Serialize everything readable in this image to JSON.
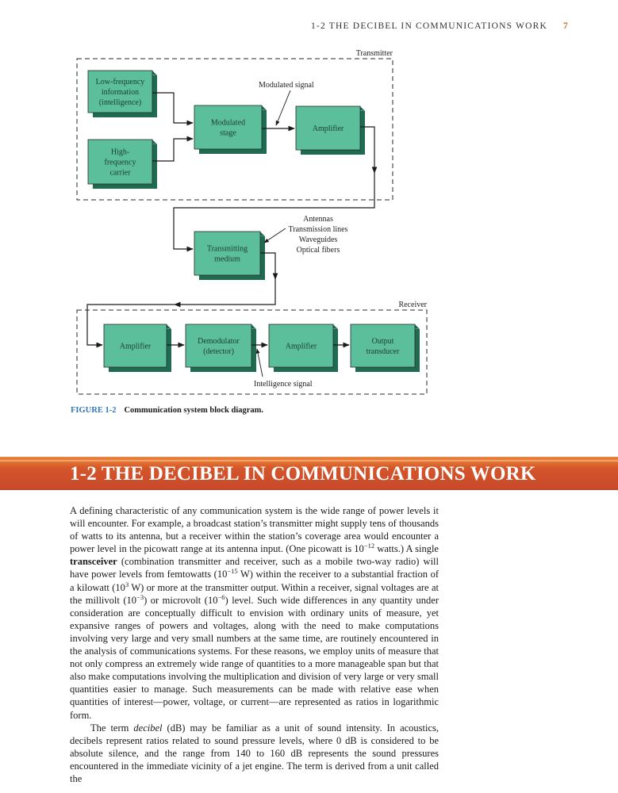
{
  "header": {
    "running_head": "1-2  THE DECIBEL IN COMMUNICATIONS WORK",
    "page_number": "7"
  },
  "figure": {
    "labels": {
      "transmitter": "Transmitter",
      "receiver": "Receiver",
      "modulated_signal": "Modulated signal",
      "intelligence_signal": "Intelligence signal",
      "medium_examples": [
        "Antennas",
        "Transmission lines",
        "Waveguides",
        "Optical fibers"
      ]
    },
    "blocks": {
      "low_frequency": [
        "Low-frequency",
        "information",
        "(intelligence)"
      ],
      "carrier": [
        "High-",
        "frequency",
        "carrier"
      ],
      "modulated_stage": [
        "Modulated",
        "stage"
      ],
      "tx_amplifier": [
        "Amplifier"
      ],
      "medium": [
        "Transmitting",
        "medium"
      ],
      "rx_amplifier1": [
        "Amplifier"
      ],
      "demodulator": [
        "Demodulator",
        "(detector)"
      ],
      "rx_amplifier2": [
        "Amplifier"
      ],
      "output": [
        "Output",
        "transducer"
      ]
    },
    "colors": {
      "block_face": "#5cbf9b",
      "block_shadow": "#1e6b52",
      "border": "#2a2a2a"
    },
    "caption_label": "FIGURE 1-2",
    "caption_text": "Communication system block diagram."
  },
  "section": {
    "title": "1-2 THE DECIBEL IN COMMUNICATIONS WORK",
    "paragraph1": [
      "A defining characteristic of any communication system is the wide range of power levels it will encounter. For example, a broadcast station’s transmitter might supply tens of thousands of watts to its antenna, but a receiver within the station’s coverage area would encounter a power level in the picowatt range at its antenna input. (One picowatt is 10",
      "−12",
      " watts.) A single ",
      "transceiver",
      " (combination transmitter and receiver, such as a mobile two-way radio) will have power levels from femtowatts (10",
      "−15",
      " W) within the receiver to a substantial fraction of a kilowatt (10",
      "3",
      " W) or more at the transmitter output. Within a receiver, signal voltages are at the millivolt (10",
      "−3",
      ") or microvolt (10",
      "−6",
      ") level. Such wide differences in any quantity under consideration are conceptually difficult to envision with ordinary units of measure, yet expansive ranges of powers and voltages, along with the need to make computations involving very large and very small numbers at the same time, are routinely encountered in the analysis of communications systems. For these reasons, we employ units of measure that not only compress an extremely wide range of quantities to a more manageable span but that also make computations involving the multiplication and division of very large or very small quantities easier to manage. Such measurements can be made with relative ease when quantities of interest—power, voltage, or current—are represented as ratios in logarithmic form."
    ],
    "paragraph2": [
      "The term ",
      "decibel",
      " (dB) may be familiar as a unit of sound intensity. In acoustics, decibels represent ratios related to sound pressure levels, where 0 dB is considered to be absolute silence, and the range from 140 to 160 dB represents the sound pressures encountered in the immediate vicinity of a jet engine. The term is derived from a unit called the"
    ]
  }
}
